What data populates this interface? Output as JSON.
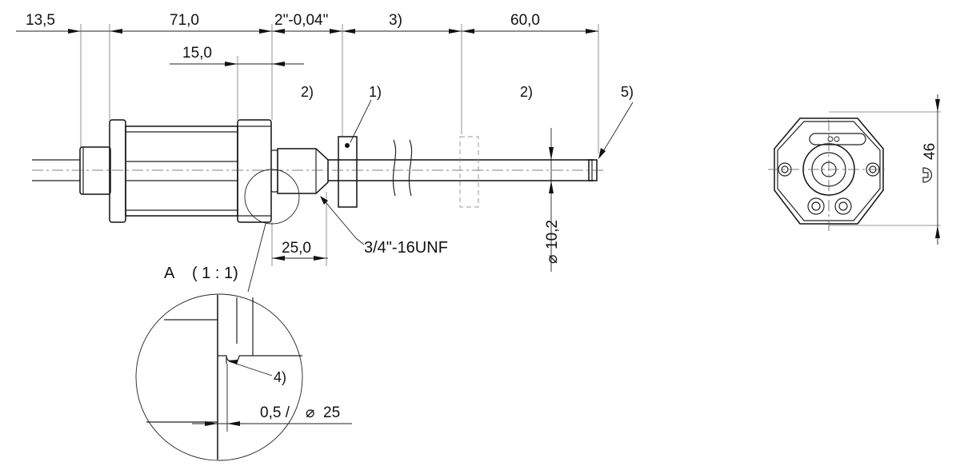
{
  "dimensions": {
    "d_13_5": "13,5",
    "d_71_0": "71,0",
    "d_2in": "2\"-0,04\"",
    "d_stroke": "3)",
    "d_60_0": "60,0",
    "d_15_0": "15,0",
    "d_25_0": "25,0",
    "d_10_2": "10,2",
    "d_46": "46",
    "d_0_5": "0,5 /",
    "d_25": "25"
  },
  "symbols": {
    "diameter": "⌀",
    "wrench": "wrench-flat-symbol"
  },
  "notes": {
    "n1": "1)",
    "n2a": "2)",
    "n2b": "2)",
    "n4": "4)",
    "n5": "5)",
    "thread": "3/4\"-16UNF",
    "detail_label": "A",
    "detail_scale": "( 1 : 1)"
  }
}
